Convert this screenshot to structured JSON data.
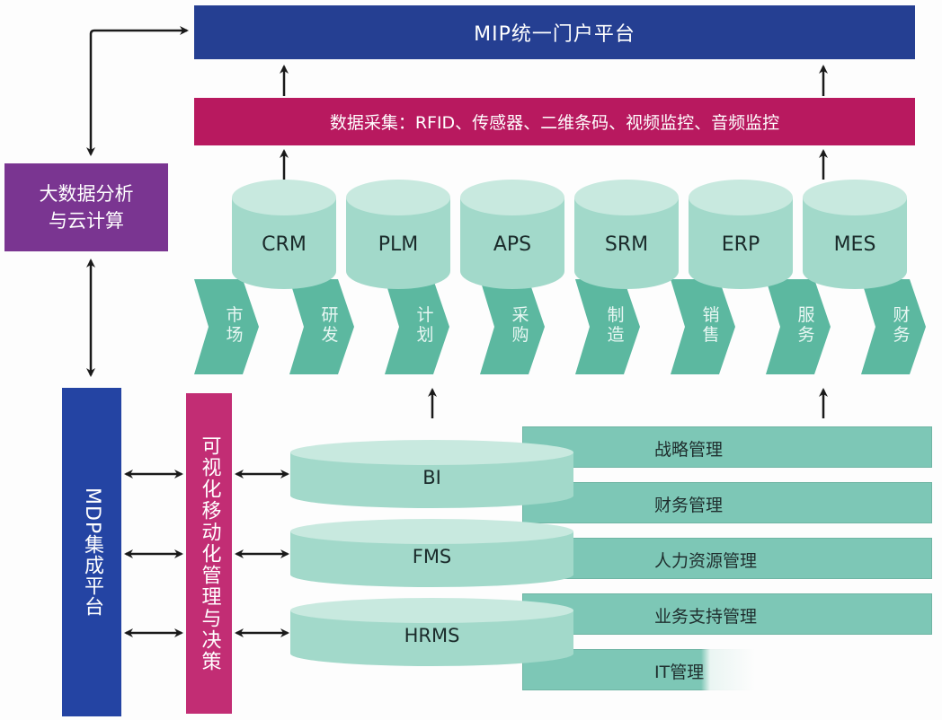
{
  "portal": {
    "label": "MIP统一门户平台"
  },
  "data_collection": {
    "label": "数据采集：RFID、传感器、二维条码、视频监控、音频监控"
  },
  "big_data": {
    "line1": "大数据分析",
    "line2": "与云计算"
  },
  "mdp": {
    "label": "MDP集成平台"
  },
  "visualization": {
    "label": "可视化移动化管理与决策"
  },
  "systems": [
    {
      "label": "CRM"
    },
    {
      "label": "PLM"
    },
    {
      "label": "APS"
    },
    {
      "label": "SRM"
    },
    {
      "label": "ERP"
    },
    {
      "label": "MES"
    }
  ],
  "value_chain": [
    {
      "chars": [
        "市",
        "场"
      ]
    },
    {
      "chars": [
        "研",
        "发"
      ]
    },
    {
      "chars": [
        "计",
        "划"
      ]
    },
    {
      "chars": [
        "采",
        "购"
      ]
    },
    {
      "chars": [
        "制",
        "造"
      ]
    },
    {
      "chars": [
        "销",
        "售"
      ]
    },
    {
      "chars": [
        "服",
        "务"
      ]
    },
    {
      "chars": [
        "财",
        "务"
      ]
    }
  ],
  "support_systems": [
    {
      "label": "BI"
    },
    {
      "label": "FMS"
    },
    {
      "label": "HRMS"
    }
  ],
  "management": [
    {
      "label": "战略管理"
    },
    {
      "label": "财务管理"
    },
    {
      "label": "人力资源管理"
    },
    {
      "label": "业务支持管理"
    },
    {
      "label": "IT管理"
    }
  ],
  "colors": {
    "portal": "#253f92",
    "data_collection": "#b8195f",
    "big_data": "#7a3591",
    "mdp": "#2444a3",
    "visualization": "#c22d74",
    "teal": "#5cb8a0",
    "cylinder": "#a6dccd",
    "management_bar": "#7dc7b6"
  }
}
